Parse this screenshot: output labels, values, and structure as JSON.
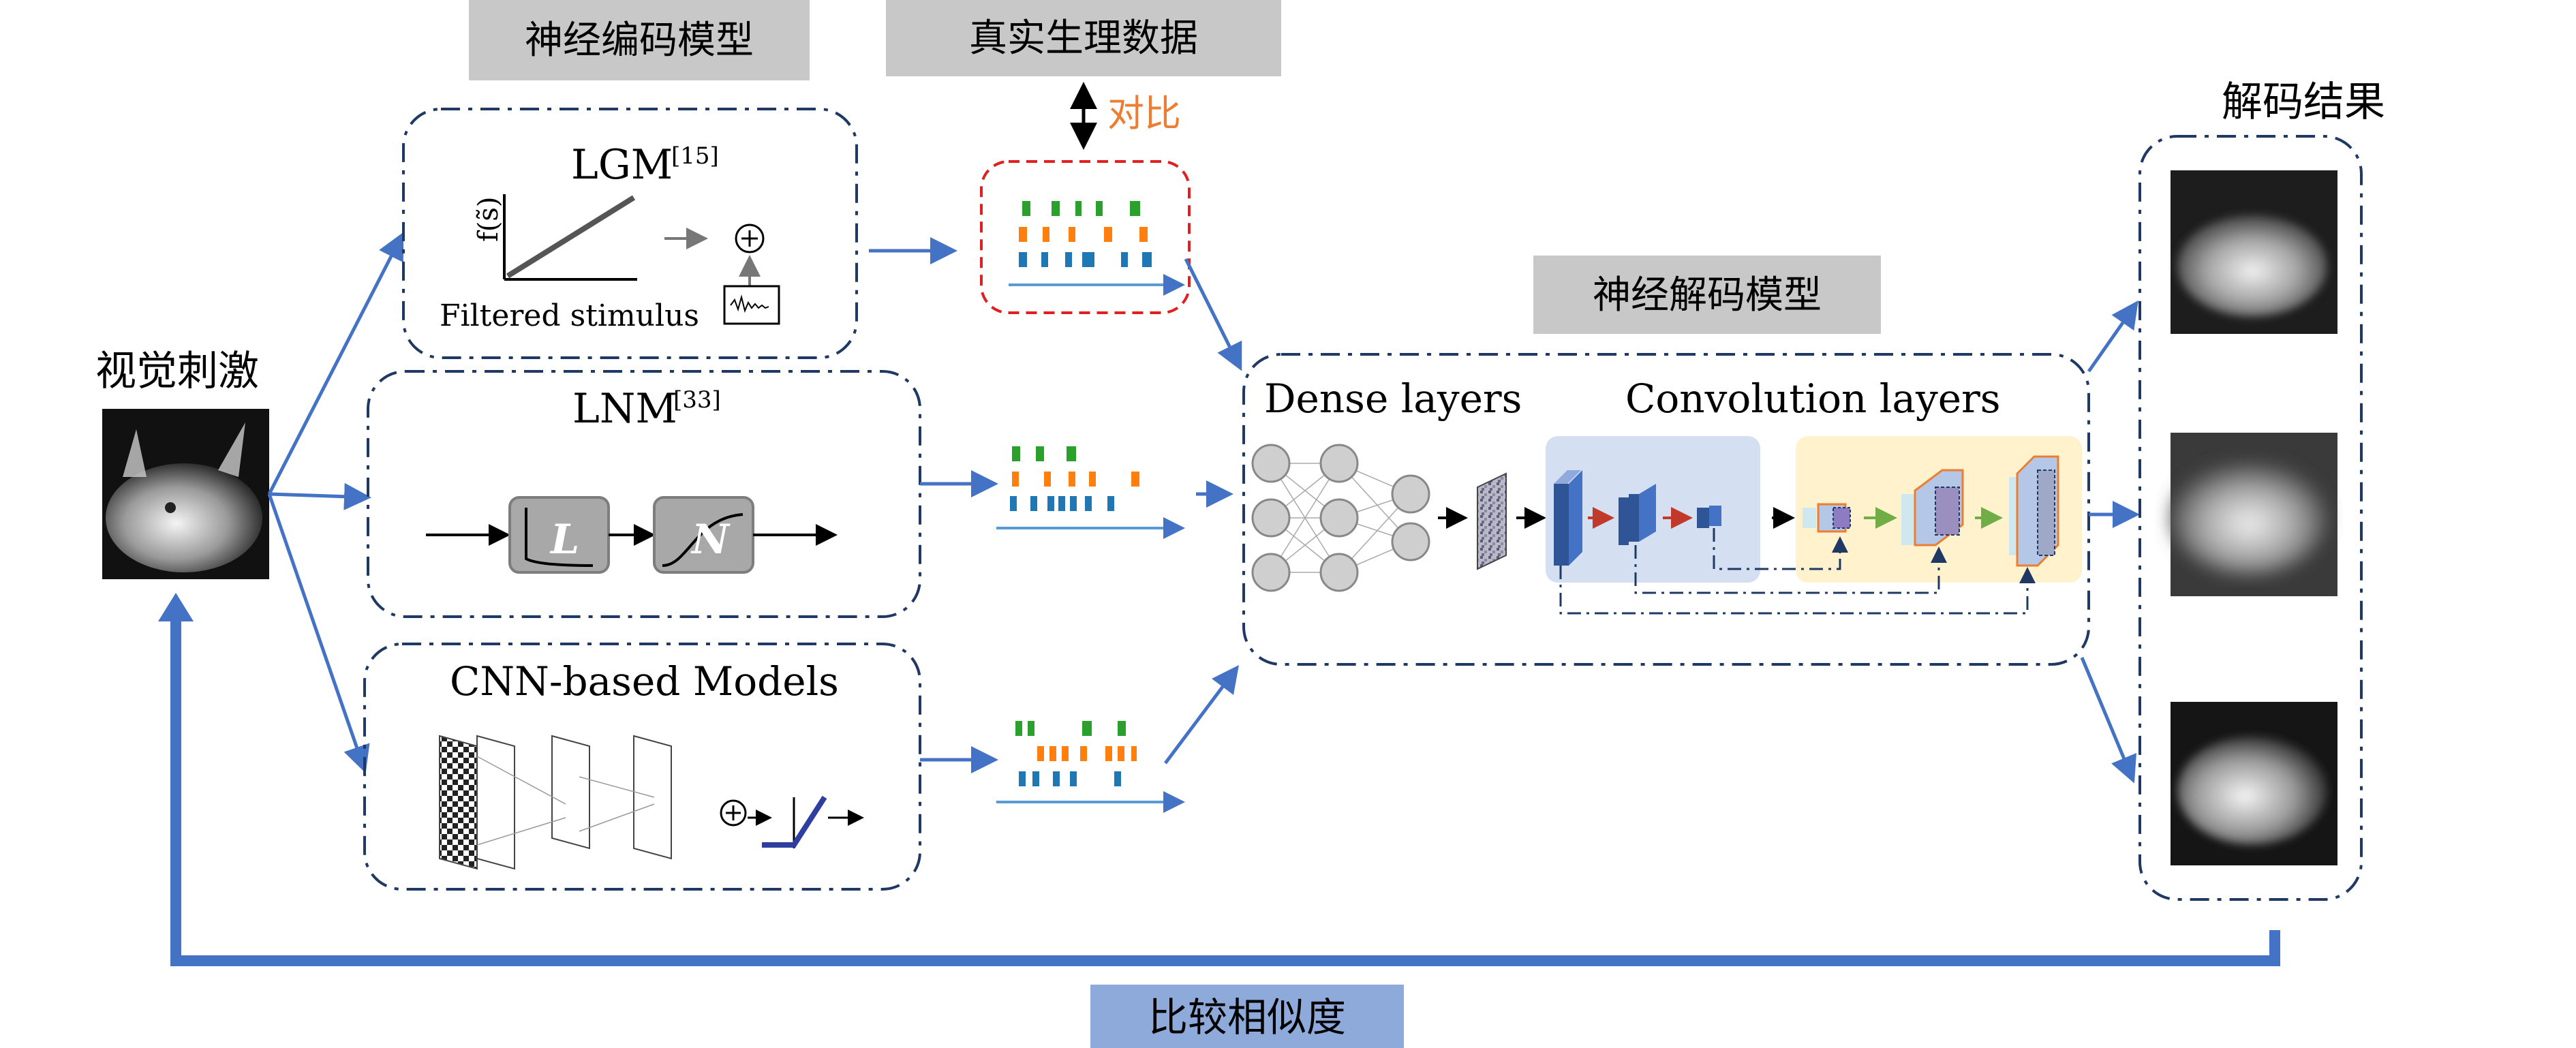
{
  "labels": {
    "encoding_models": "神经编码模型",
    "real_data": "真实生理数据",
    "compare": "对比",
    "decoding_result": "解码结果",
    "decoding_model": "神经解码模型",
    "visual_stimulus": "视觉刺激",
    "similarity": "比较相似度"
  },
  "models": {
    "lgm": {
      "name": "LGM",
      "ref": "[15]",
      "fs": "f(s̃)",
      "filtered": "Filtered stimulus"
    },
    "lnm": {
      "name": "LNM",
      "ref": "[33]",
      "l": "L",
      "n": "N"
    },
    "cnn": {
      "name": "CNN-based Models"
    }
  },
  "decoder": {
    "dense": "Dense layers",
    "conv": "Convolution layers"
  },
  "colors": {
    "blue_arrow": "#4472c4",
    "dark_frame": "#1f3864",
    "gray_label": "#c8c8c8",
    "blue_label": "#8eaadb",
    "red_dash": "#e02020",
    "orange_text": "#ed7d31",
    "spike_green": "#2ca02c",
    "spike_orange": "#ff7f0e",
    "spike_blue": "#1f77b4"
  }
}
